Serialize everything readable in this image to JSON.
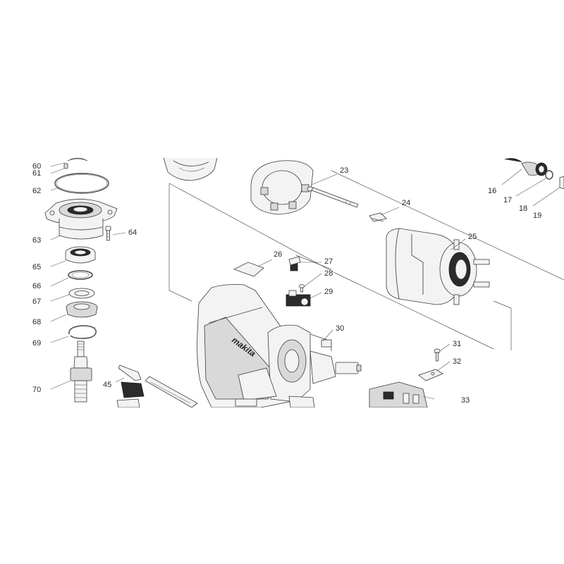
{
  "labels": {
    "p16": "16",
    "p17": "17",
    "p18": "18",
    "p19": "19",
    "p23": "23",
    "p24": "24",
    "p25": "25",
    "p26": "26",
    "p27": "27",
    "p28": "28",
    "p29": "29",
    "p30": "30",
    "p31": "31",
    "p32": "32",
    "p33": "33",
    "p45": "45",
    "p60": "60",
    "p61": "61",
    "p62": "62",
    "p63": "63",
    "p64": "64",
    "p65": "65",
    "p66": "66",
    "p67": "67",
    "p68": "68",
    "p69": "69",
    "p70": "70"
  },
  "housing_brand": "makita"
}
